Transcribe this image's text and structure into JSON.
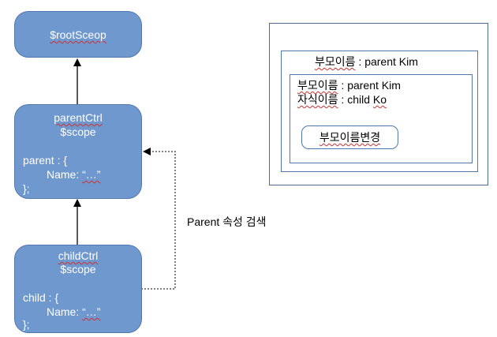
{
  "diagram": {
    "root_scope": {
      "label": "$rootSceop"
    },
    "parent_ctrl": {
      "title": "parentCtrl",
      "subtitle": "$scope",
      "code_open": "parent : {",
      "code_key": "Name: ",
      "code_value": "“…”",
      "code_close": "};"
    },
    "child_ctrl": {
      "title": "childCtrl",
      "subtitle": "$scope",
      "code_open": "child : {",
      "code_key": "Name: ",
      "code_value": "“…”",
      "code_close": "};"
    },
    "lookup_label": "Parent 속성 검색"
  },
  "ui_mock": {
    "outer_label_key": "부모이름",
    "outer_label_rest": " : parent Kim",
    "inner_parent_key": "부모이름",
    "inner_parent_rest": " : parent Kim",
    "inner_child_key": "자식이름",
    "inner_child_rest_a": " : child ",
    "inner_child_rest_b": "Ko",
    "change_button_label": "부모이름변경"
  }
}
